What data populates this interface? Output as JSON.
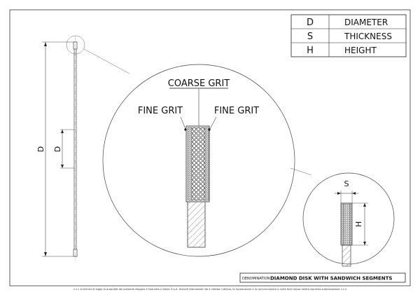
{
  "legend": {
    "rows": [
      {
        "symbol": "D",
        "label": "DIAMETER"
      },
      {
        "symbol": "S",
        "label": "THICKNESS"
      },
      {
        "symbol": "H",
        "label": "HEIGHT"
      }
    ]
  },
  "labels": {
    "coarse_grit": "COARSE GRIT",
    "fine_grit_left": "FINE GRIT",
    "fine_grit_right": "FINE GRIT",
    "dim_d_outer": "D",
    "dim_d_inner": "D",
    "dim_s": "S",
    "dim_h": "H"
  },
  "title_block": {
    "denomination_label": "DENOMINATION",
    "denomination_value": "DIAMOND DISK WITH SANDWICH SEGMENTS"
  },
  "footer": {
    "notice": "<<< A termini di legge la proprietà del presente disegno è riservata a Dotec S.p.A. Utensili Diamantati. Ne è vietata l'utilizzo, la riproduzione e la comunicazione a corte terzi senza nostra esplicita autorizzazione >>>"
  }
}
